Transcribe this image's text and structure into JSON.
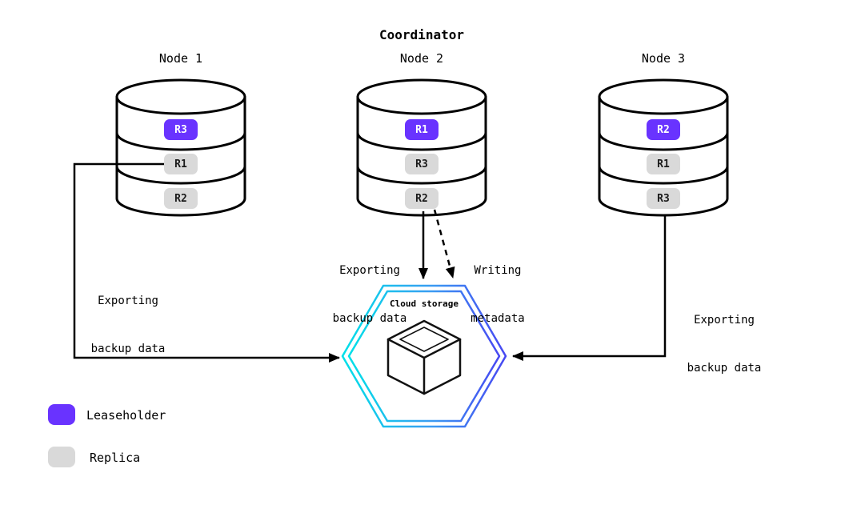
{
  "title": "Coordinator",
  "nodes": [
    {
      "label": "Node 1",
      "replicas": [
        {
          "id": "R3",
          "role": "leaseholder"
        },
        {
          "id": "R1",
          "role": "replica"
        },
        {
          "id": "R2",
          "role": "replica"
        }
      ]
    },
    {
      "label": "Node 2",
      "replicas": [
        {
          "id": "R1",
          "role": "leaseholder"
        },
        {
          "id": "R3",
          "role": "replica"
        },
        {
          "id": "R2",
          "role": "replica"
        }
      ]
    },
    {
      "label": "Node 3",
      "replicas": [
        {
          "id": "R2",
          "role": "leaseholder"
        },
        {
          "id": "R1",
          "role": "replica"
        },
        {
          "id": "R3",
          "role": "replica"
        }
      ]
    }
  ],
  "cloud_storage": {
    "label": "Cloud storage"
  },
  "edge_labels": {
    "node1_export": {
      "line1": "Exporting",
      "line2": "backup data"
    },
    "node2_export": {
      "line1": "Exporting",
      "line2": "backup data"
    },
    "node2_metadata": {
      "line1": "Writing",
      "line2": "metadata"
    },
    "node3_export": {
      "line1": "Exporting",
      "line2": "backup data"
    }
  },
  "legend": [
    {
      "label": "Leaseholder",
      "role": "leaseholder"
    },
    {
      "label": "Replica",
      "role": "replica"
    }
  ],
  "colors": {
    "leaseholder": "#6933FF",
    "replica": "#D9D9D9",
    "arrow": "#000000",
    "hexagon_gradient_start": "#00E0E8",
    "hexagon_gradient_end": "#4747F2"
  }
}
